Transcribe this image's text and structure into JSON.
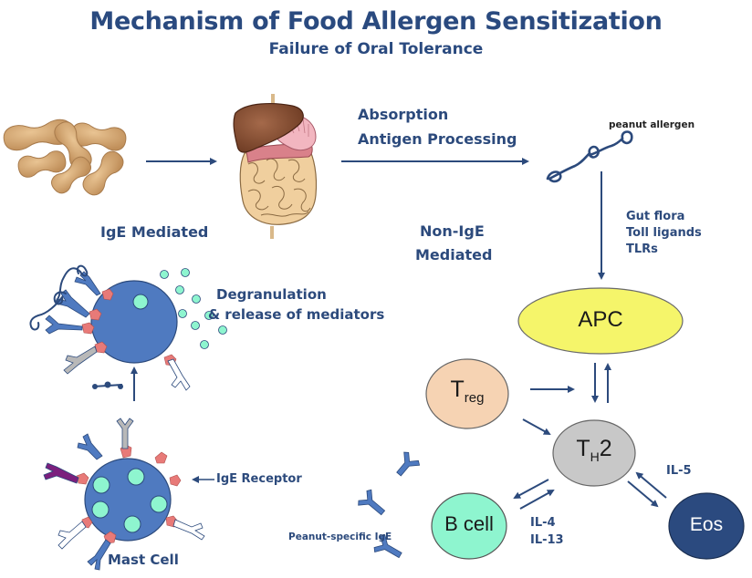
{
  "header": {
    "title": "Mechanism of Food Allergen Sensitization",
    "subtitle": "Failure of Oral Tolerance"
  },
  "pathway": {
    "step_peanuts": "peanuts",
    "step_digestive": "digestive system",
    "absorption_label_line1": "Absorption",
    "absorption_label_line2": "Antigen Processing",
    "allergen_label": "peanut allergen",
    "gut_factors": [
      "Gut flora",
      "Toll ligands",
      "TLRs"
    ]
  },
  "ige_branch": {
    "heading": "IgE Mediated",
    "degranulation_line1": "Degranulation",
    "degranulation_line2": "& release of mediators",
    "receptor_label": "IgE Receptor",
    "mast_cell_label": "Mast Cell",
    "peanut_ige_label": "Peanut-specific IgE"
  },
  "non_ige_branch": {
    "heading_line1": "Non-IgE",
    "heading_line2": "Mediated"
  },
  "cells": {
    "apc": {
      "label": "APC",
      "color": "#f5f56a"
    },
    "treg": {
      "label": "T",
      "sub": "reg",
      "color": "#f6d3b3"
    },
    "th2": {
      "label": "T",
      "sub": "H",
      "suffix": "2",
      "color": "#c8c8c8"
    },
    "bcell": {
      "label": "B cell",
      "color": "#8ef5cf"
    },
    "eos": {
      "label": "Eos",
      "color": "#2b4a7f"
    }
  },
  "cytokines": {
    "bcell_line1": "IL-4",
    "bcell_line2": "IL-13",
    "eos": "IL-5"
  },
  "colors": {
    "text_primary": "#2a4a7f",
    "arrow": "#2c4a7c",
    "mast_cell": "#4f7ac0",
    "granule": "#8ef5cf",
    "receptor": "#e87a78",
    "antibody_blue": "#4f7ac0"
  }
}
